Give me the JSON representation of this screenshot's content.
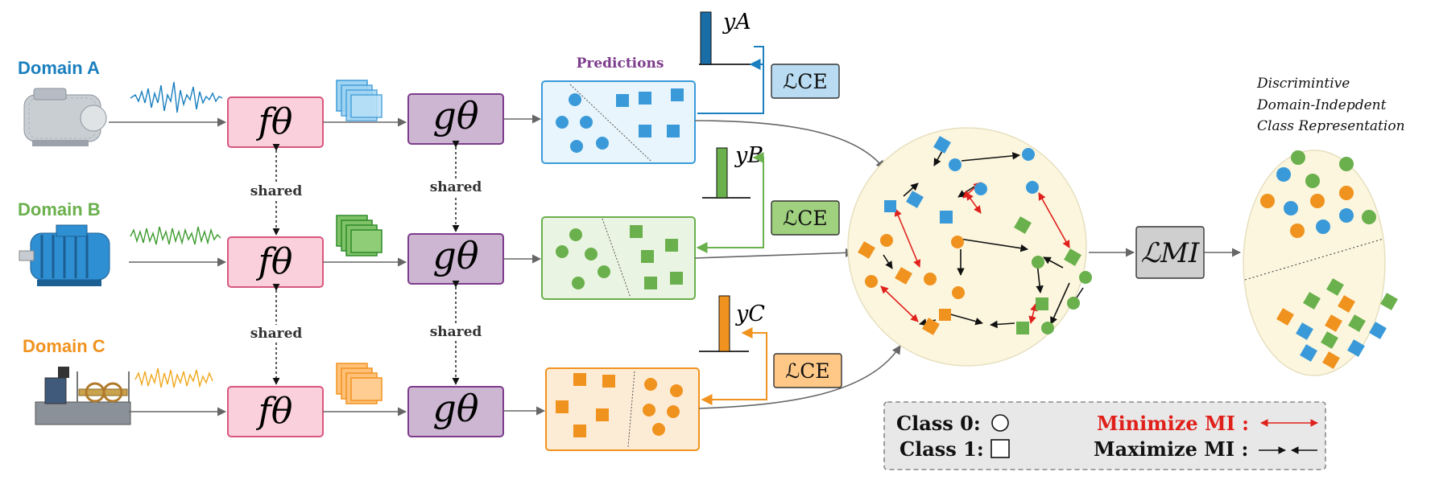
{
  "domains": [
    {
      "label": "Domain A",
      "color": "#1a7fbf"
    },
    {
      "label": "Domain B",
      "color": "#6ab04c"
    },
    {
      "label": "Domain C",
      "color": "#f0921e"
    }
  ],
  "encoder_label": "fθ",
  "classifier_label": "gθ",
  "shared_label": "shared",
  "predictions_label": "Predictions",
  "targets": [
    "yA",
    "yB",
    "yC"
  ],
  "loss_ce": "ℒCE",
  "loss_mi": "ℒMI",
  "representation_title": [
    "Discrimintive",
    "Domain-Indepdent",
    "Class Representation"
  ],
  "legend": {
    "class0": "Class 0:",
    "class1": "Class 1:",
    "minimize": "Minimize MI :",
    "maximize": "Maximize MI :"
  },
  "colors": {
    "blue": "#3a9ad9",
    "green": "#6ab04c",
    "orange": "#f0921e",
    "minimize": "#e0201b",
    "encoder_fill": "#f9d0dc",
    "classifier_fill": "#cdb6d2",
    "ellipse_fill": "#fcf6de"
  }
}
